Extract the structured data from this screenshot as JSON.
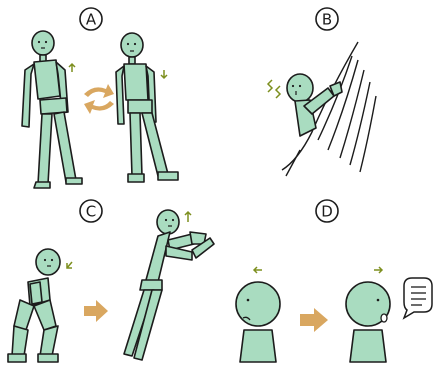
{
  "panels": [
    {
      "label": "A"
    },
    {
      "label": "B"
    },
    {
      "label": "C"
    },
    {
      "label": "D"
    }
  ],
  "colors": {
    "body_fill": "#a9dcc0",
    "outline": "#1c1c1c",
    "motion_arrow": "#7d8f1f",
    "transition_arrow": "#d9a760",
    "wall_lines": "#1c1c1c",
    "speech_bubble_fill": "#ffffff"
  },
  "icons": [
    "swap-arrows-icon",
    "right-arrow-icon",
    "speech-bubble-icon",
    "motion-arrow-icon",
    "shiver-icon"
  ]
}
